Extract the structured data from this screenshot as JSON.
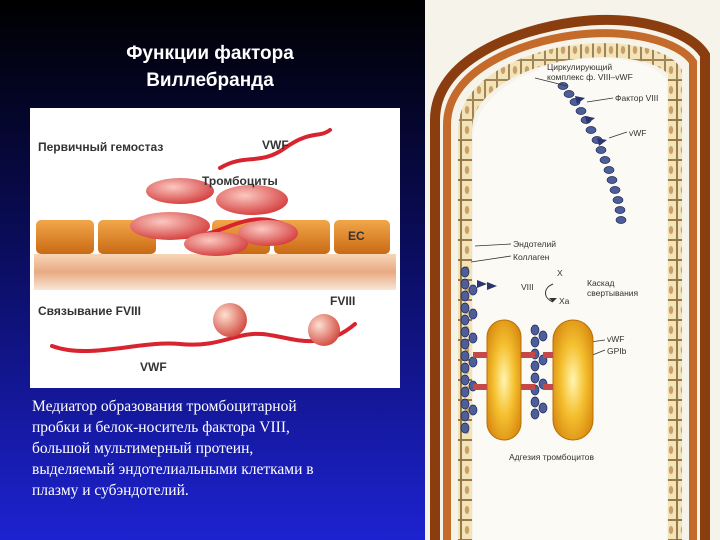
{
  "slide": {
    "title_line1": "Функции фактора",
    "title_line2": "Виллебранда",
    "caption_lines": [
      "Медиатор образования тромбоцитарной",
      "пробки и белок-носитель фактора VIII,",
      "большой мультимерный протеин,",
      "выделяемый эндотелиальными клетками в",
      "плазму и субэндотелий."
    ]
  },
  "left_diagram": {
    "primary_hemostasis": "Первичный гемостаз",
    "vwf_top": "VWF",
    "platelets": "Тромбоциты",
    "ec": "EC",
    "fviii_binding": "Связывание FVIII",
    "fviii": "FVIII",
    "vwf_bottom": "VWF"
  },
  "right_diagram": {
    "circulating_complex_line1": "Циркулирующий",
    "circulating_complex_line2": "комплекс ф. VIII–vWF",
    "factor_viii": "Фактор VIII",
    "vwf_upper": "vWF",
    "endothelium": "Эндотелий",
    "collagen": "Коллаген",
    "x_label": "X",
    "viii_label": "VIII",
    "xa_label": "Xa",
    "cascade_line1": "Каскад",
    "cascade_line2": "свертывания",
    "vwf_lower": "vWF",
    "gpib": "GPIb",
    "platelet_adhesion": "Адгезия тромбоцитов"
  },
  "colors": {
    "background_top": "#000000",
    "background_bottom": "#1d22d0",
    "vessel_wall": "#a0521d",
    "endothelial_cell": "#f0e2b4",
    "platelet_orange": "#e8962a",
    "vwf_red": "#d8242e",
    "vwf_multimer": "#4d5e98"
  }
}
